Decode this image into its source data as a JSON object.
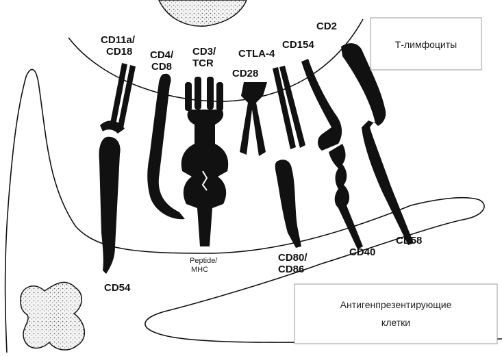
{
  "cells": {
    "t_cell_label": "Т-лимфоциты",
    "apc_label_line1": "Антигенпрезентирующие",
    "apc_label_line2": "клетки"
  },
  "molecules": {
    "cd11a": "CD11a/",
    "cd18": "CD18",
    "cd4": "CD4/",
    "cd8": "CD8",
    "cd3": "CD3/",
    "tcr": "TCR",
    "ctla4": "CTLA-4",
    "cd28": "CD28",
    "cd154": "CD154",
    "cd2": "CD2",
    "cd54": "CD54",
    "peptide": "Peptide/",
    "mhc": "MHC",
    "cd80": "CD80/",
    "cd86": "CD86",
    "cd40": "CD40",
    "cd58": "CD58"
  },
  "colors": {
    "ink": "#111111",
    "stipple": "#e8e8e8",
    "box_border": "#9a9a9a"
  }
}
